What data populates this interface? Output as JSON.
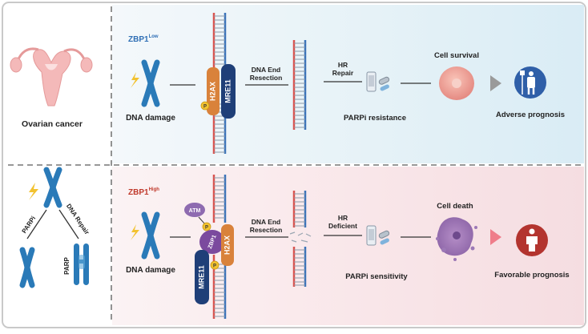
{
  "left_panel": {
    "top_label": "Ovarian cancer",
    "parpi_label": "PARPi",
    "dna_repair_label": "DNA Repair",
    "parp_label": "PARP"
  },
  "low_path": {
    "title": "ZBP1",
    "title_sup": "Low",
    "title_color": "#2f6fb5",
    "damage_label": "DNA damage",
    "h2ax_label": "H2AX",
    "mre11_label": "MRE11",
    "p_label": "P",
    "resection_line1": "DNA End",
    "resection_line2": "Resection",
    "hr_line1": "HR",
    "hr_line2": "Repair",
    "drug_label": "PARPi resistance",
    "outcome_cell": "Cell survival",
    "prognosis": "Adverse prognosis"
  },
  "high_path": {
    "title": "ZBP1",
    "title_sup": "High",
    "title_color": "#c0392b",
    "atm_label": "ATM",
    "zbp1_label": "ZBP1",
    "h2ax_label": "H2AX",
    "mre11_label": "MRE11",
    "p_label": "P",
    "damage_label": "DNA damage",
    "resection_line1": "DNA End",
    "resection_line2": "Resection",
    "hr_line1": "HR",
    "hr_line2": "Deficient",
    "drug_label": "PARPi sensitivity",
    "outcome_cell": "Cell death",
    "prognosis": "Favorable prognosis"
  },
  "colors": {
    "dna_red": "#d9534f",
    "dna_blue": "#3b73b9",
    "chromosome": "#2a7ab8",
    "navy": "#1f3f78",
    "h2ax_orange": "#d9823b",
    "zbp1_purple": "#7b4a9e",
    "adverse_blue": "#2f5fa8",
    "favorable_red": "#b3342f"
  }
}
